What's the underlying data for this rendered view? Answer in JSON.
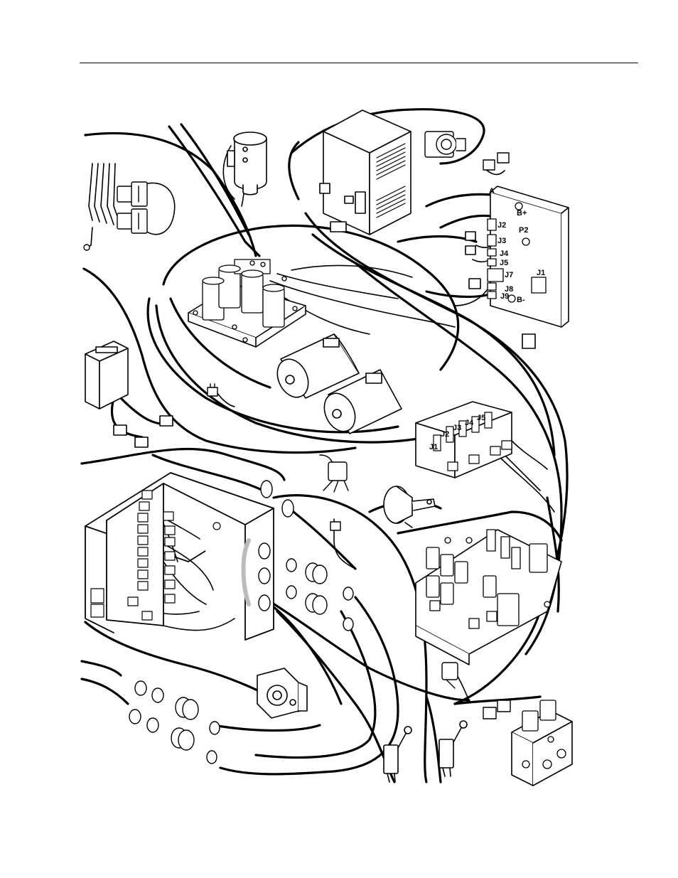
{
  "labels": {
    "a": "A",
    "b_plus": "B+",
    "p2": "P2",
    "b_minus": "B-",
    "ctrl_j1": "J1",
    "ctrl_j2": "J2",
    "ctrl_j3": "J3",
    "ctrl_j4": "J4",
    "ctrl_j5": "J5",
    "ctrl_j7": "J7",
    "ctrl_j8": "J8",
    "ctrl_j9": "J9",
    "board_j1": "J1",
    "board_j2": "J2",
    "board_j3": "J3",
    "board_j4": "J4",
    "board_j5": "J5"
  },
  "colors": {
    "line": "#000000",
    "fill": "#ffffff",
    "shade": "#bbbbbb"
  }
}
